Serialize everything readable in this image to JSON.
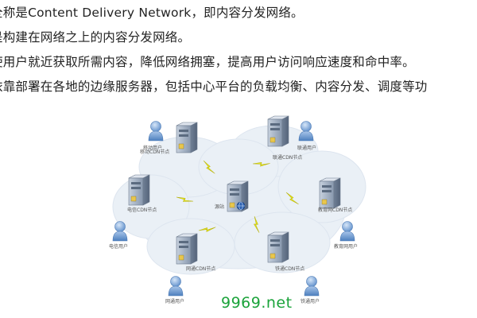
{
  "text": {
    "line1": "全称是Content Delivery Network，即内容分发网络。",
    "line2": "是构建在网络之上的内容分发网络。",
    "line3": "使用户就近获取所需内容，降低网络拥塞，提高用户访问响应速度和命中率。",
    "line4": "依靠部署在各地的边缘服务器，包括中心平台的负载均衡、内容分发、调度等功"
  },
  "diagram": {
    "center": "源站",
    "nodes": {
      "mobile_cdn": "移动CDN节点",
      "unicom_cdn": "联通CDN节点",
      "telecom_cdn": "电信CDN节点",
      "edu_cdn": "教育网CDN节点",
      "netcom_cdn": "网通CDN节点",
      "railcom_cdn": "铁通CDN节点"
    },
    "users": {
      "mobile_user": "移动用户",
      "unicom_user": "联通用户",
      "telecom_user": "电信用户",
      "edu_user": "教育网用户",
      "netcom_user": "网通用户",
      "railcom_user": "铁通用户"
    }
  },
  "watermark": "9969.net",
  "colors": {
    "cloud": "#eaf0f6",
    "lightning": "#e6e61a",
    "server": "#9aa9bd",
    "user": "#6e9ed6",
    "watermark": "#1aa33a"
  }
}
